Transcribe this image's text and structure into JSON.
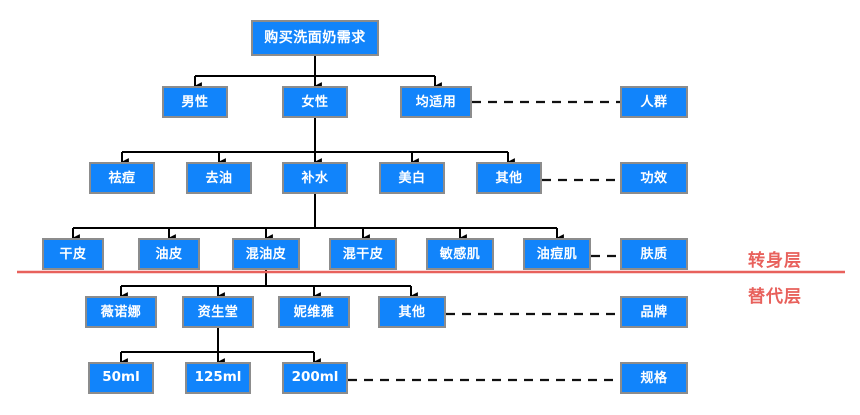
{
  "diagram": {
    "title": "购买洗面奶需求",
    "colors": {
      "node_fill": "#1184fb",
      "node_border": "#8c8c8c",
      "node_text": "#ffffff",
      "connector": "#000000",
      "divider": "#e8615c",
      "layer_label": "#e8615c"
    },
    "root": {
      "label": "购买洗面奶需求"
    },
    "rows": [
      {
        "name": "people",
        "category_label": "人群",
        "nodes": [
          {
            "label": "男性"
          },
          {
            "label": "女性"
          },
          {
            "label": "均适用"
          }
        ]
      },
      {
        "name": "efficacy",
        "category_label": "功效",
        "nodes": [
          {
            "label": "祛痘"
          },
          {
            "label": "去油"
          },
          {
            "label": "补水"
          },
          {
            "label": "美白"
          },
          {
            "label": "其他"
          }
        ]
      },
      {
        "name": "skin-type",
        "category_label": "肤质",
        "nodes": [
          {
            "label": "干皮"
          },
          {
            "label": "油皮"
          },
          {
            "label": "混油皮"
          },
          {
            "label": "混干皮"
          },
          {
            "label": "敏感肌"
          },
          {
            "label": "油痘肌"
          }
        ]
      },
      {
        "name": "brand",
        "category_label": "品牌",
        "nodes": [
          {
            "label": "薇诺娜"
          },
          {
            "label": "资生堂"
          },
          {
            "label": "妮维雅"
          },
          {
            "label": "其他"
          }
        ]
      },
      {
        "name": "spec",
        "category_label": "规格",
        "nodes": [
          {
            "label": "50ml"
          },
          {
            "label": "125ml"
          },
          {
            "label": "200ml"
          }
        ]
      }
    ],
    "layer_labels": {
      "above": "转身层",
      "below": "替代层"
    }
  }
}
